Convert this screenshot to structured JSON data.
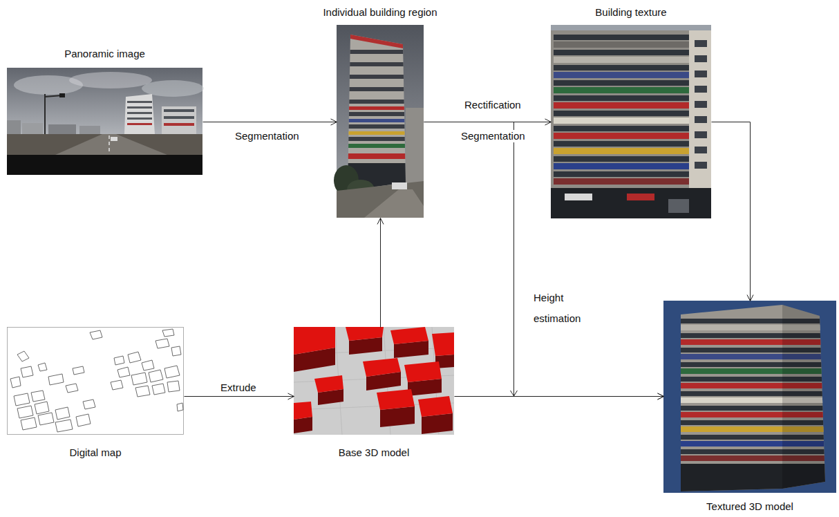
{
  "diagram": {
    "nodes": [
      {
        "text": [
          "Panoramic image"
        ]
      },
      {
        "text": [
          "Individual building region"
        ]
      },
      {
        "text": [
          "Building texture"
        ]
      },
      {
        "text": [
          "Digital map"
        ]
      },
      {
        "text": [
          "Base 3D model"
        ]
      },
      {
        "text": [
          "Textured 3D model"
        ]
      }
    ],
    "edges": [
      {
        "from": 0,
        "to": 1,
        "arrow": "to",
        "label": "Segmentation"
      },
      {
        "from": 1,
        "to": 2,
        "arrow": "to",
        "label": "Rectification"
      },
      {
        "from": 1,
        "to": 5,
        "arrow": "to",
        "label": "Height estimation"
      },
      {
        "from": 2,
        "to": 5,
        "arrow": "to"
      },
      {
        "from": 3,
        "to": 4,
        "arrow": "to",
        "label": "Extrude"
      },
      {
        "from": 4,
        "to": 1,
        "arrow": "to"
      },
      {
        "from": 4,
        "to": 5,
        "arrow": "to"
      }
    ],
    "labels": [
      "Segmentation"
    ]
  }
}
